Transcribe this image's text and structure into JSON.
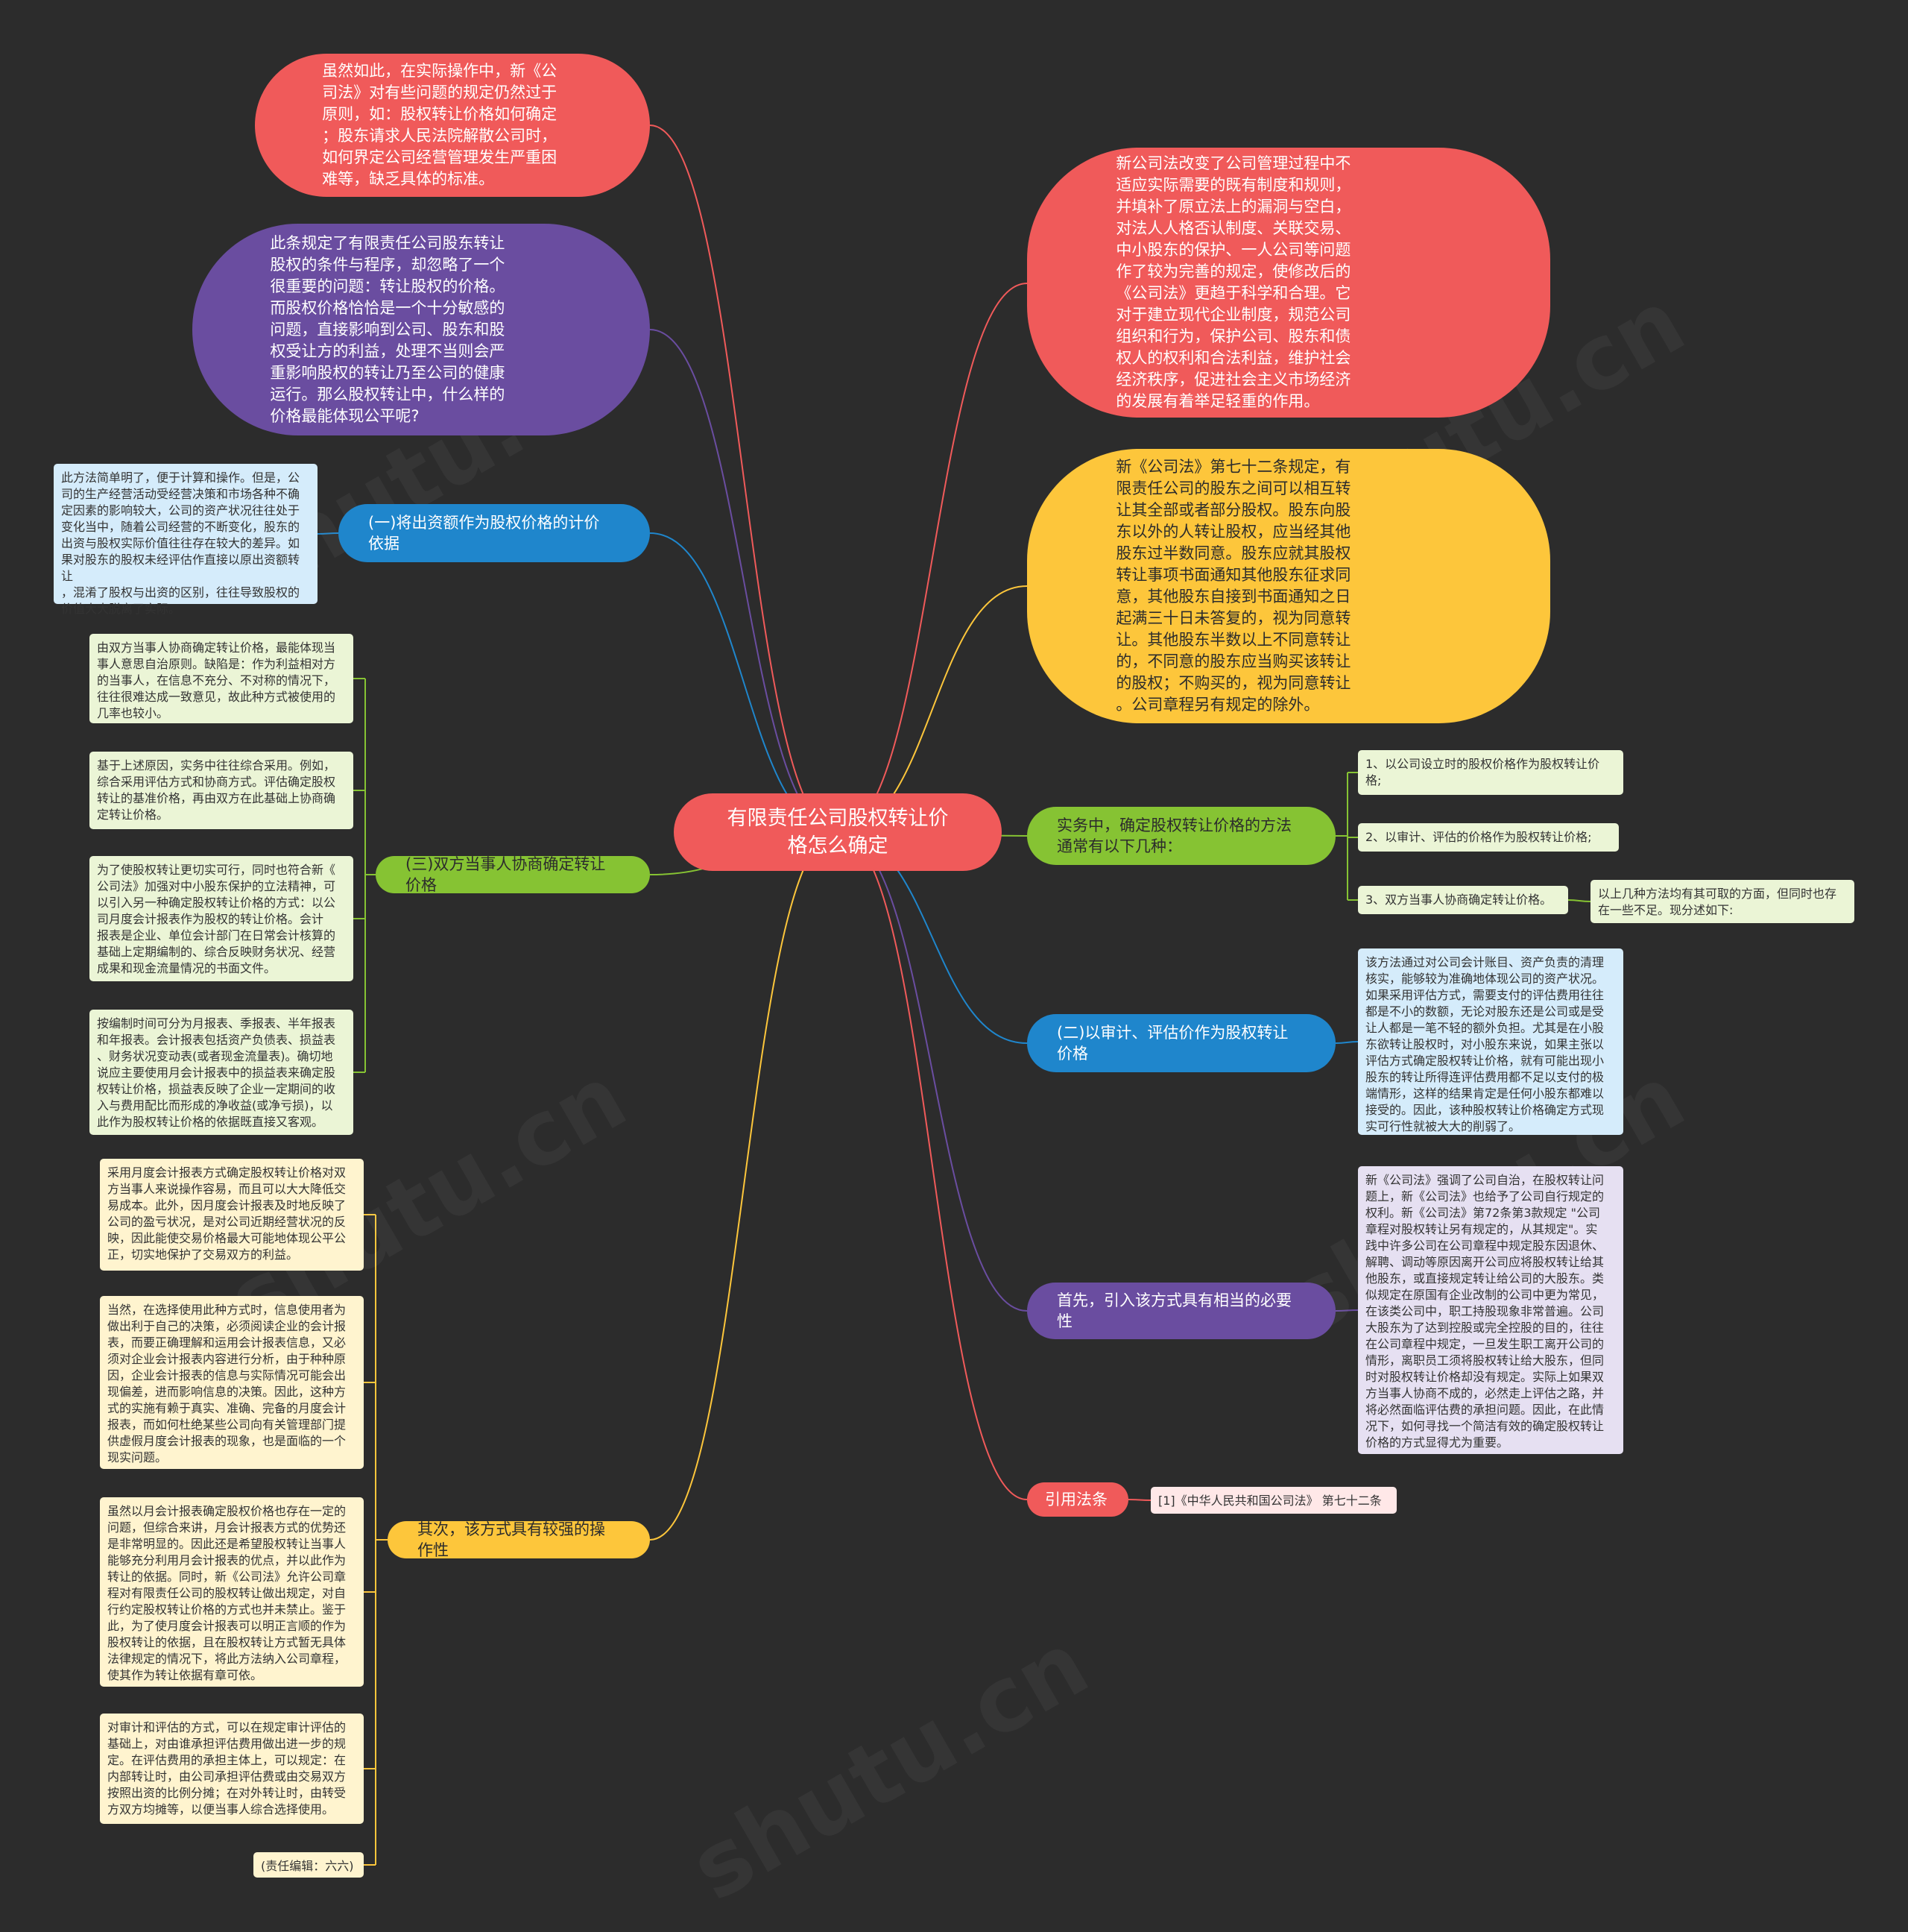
{
  "root": "有限责任公司股权转让价\n格怎么确定",
  "colors": {
    "background": "#2c2c2c",
    "red": "#f05a5a",
    "purple": "#6a4da0",
    "yellow": "#fdc63b",
    "blue": "#1f86cc",
    "green": "#86c333"
  },
  "left": {
    "top_red": "虽然如此，在实际操作中，新《公\n司法》对有些问题的规定仍然过于\n原则，如：股权转让价格如何确定\n；股东请求人民法院解散公司时，\n如何界定公司经营管理发生严重困\n难等，缺乏具体的标准。",
    "top_purple": "此条规定了有限责任公司股东转让\n股权的条件与程序，却忽略了一个\n很重要的问题：转让股权的价格。\n而股权价格恰恰是一个十分敏感的\n问题，直接影响到公司、股东和股\n权受让方的利益，处理不当则会严\n重影响股权的转让乃至公司的健康\n运行。那么股权转让中，什么样的\n价格最能体现公平呢?",
    "capital_branch": {
      "label": "(一)将出资额作为股权价格的计价\n依据",
      "note": "此方法简单明了，便于计算和操作。但是，公\n司的生产经营活动受经营决策和市场各种不确\n定因素的影响较大，公司的资产状况往往处于\n变化当中，随着公司经营的不断变化，股东的\n出资与股权实际价值往往存在较大的差异。如\n果对股东的股权未经评估作直接以原出资额转让\n，混淆了股权与出资的区别，往往导致股权的\n价值大大脱离了实际。"
    },
    "negotiation_branch": {
      "label": "(三)双方当事人协商确定转让价格",
      "notes": [
        "由双方当事人协商确定转让价格，最能体现当\n事人意思自治原则。缺陷是：作为利益相对方\n的当事人，在信息不充分、不对称的情况下，\n往往很难达成一致意见，故此种方式被使用的\n几率也较小。",
        "基于上述原因，实务中往往综合采用。例如，\n综合采用评估方式和协商方式。评估确定股权\n转让的基准价格，再由双方在此基础上协商确\n定转让价格。",
        "为了使股权转让更切实可行，同时也符合新《\n公司法》加强对中小股东保护的立法精神，可\n以引入另一种确定股权转让价格的方式：以公\n司月度会计报表作为股权的转让价格。会计\n报表是企业、单位会计部门在日常会计核算的\n基础上定期编制的、综合反映财务状况、经营\n成果和现金流量情况的书面文件。",
        "按编制时间可分为月报表、季报表、半年报表\n和年报表。会计报表包括资产负债表、损益表\n、财务状况变动表(或者现金流量表)。确切地\n说应主要使用月会计报表中的损益表来确定股\n权转让价格，损益表反映了企业一定期间的收\n入与费用配比而形成的净收益(或净亏损)，以\n此作为股权转让价格的依据既直接又客观。"
      ]
    },
    "operability_branch": {
      "label": "其次，该方式具有较强的操作性",
      "notes": [
        "采用月度会计报表方式确定股权转让价格对双\n方当事人来说操作容易，而且可以大大降低交\n易成本。此外，因月度会计报表及时地反映了\n公司的盈亏状况，是对公司近期经营状况的反\n映，因此能使交易价格最大可能地体现公平公\n正，切实地保护了交易双方的利益。",
        "当然，在选择使用此种方式时，信息使用者为\n做出利于自己的决策，必须阅读企业的会计报\n表，而要正确理解和运用会计报表信息，又必\n须对企业会计报表内容进行分析，由于种种原\n因，企业会计报表的信息与实际情况可能会出\n现偏差，进而影响信息的决策。因此，这种方\n式的实施有赖于真实、准确、完备的月度会计\n报表，而如何杜绝某些公司向有关管理部门提\n供虚假月度会计报表的现象，也是面临的一个\n现实问题。",
        "虽然以月会计报表确定股权价格也存在一定的\n问题，但综合来讲，月会计报表方式的优势还\n是非常明显的。因此还是希望股权转让当事人\n能够充分利用月会计报表的优点，并以此作为\n转让的依据。同时，新《公司法》允许公司章\n程对有限责任公司的股权转让做出规定，对自\n行约定股权转让价格的方式也并未禁止。鉴于\n此，为了使月度会计报表可以明正言顺的作为\n股权转让的依据，且在股权转让方式暂无具体\n法律规定的情况下，将此方法纳入公司章程，\n使其作为转让依据有章可依。",
        "对审计和评估的方式，可以在规定审计评估的\n基础上，对由谁承担评估费用做出进一步的规\n定。在评估费用的承担主体上，可以规定：在\n内部转让时，由公司承担评估费或由交易双方\n按照出资的比例分摊；在对外转让时，由转受\n方双方均摊等，以便当事人综合选择使用。",
        "(责任编辑：六六)"
      ]
    }
  },
  "right": {
    "top_red": "新公司法改变了公司管理过程中不\n适应实际需要的既有制度和规则，\n并填补了原立法上的漏洞与空白，\n对法人人格否认制度、关联交易、\n中小股东的保护、一人公司等问题\n作了较为完善的规定，使修改后的\n《公司法》更趋于科学和合理。它\n对于建立现代企业制度，规范公司\n组织和行为，保护公司、股东和债\n权人的权利和合法利益，维护社会\n经济秩序，促进社会主义市场经济\n的发展有着举足轻重的作用。",
    "top_yellow": "新《公司法》第七十二条规定，有\n限责任公司的股东之间可以相互转\n让其全部或者部分股权。股东向股\n东以外的人转让股权，应当经其他\n股东过半数同意。股东应就其股权\n转让事项书面通知其他股东征求同\n意，其他股东自接到书面通知之日\n起满三十日未答复的，视为同意转\n让。其他股东半数以上不同意转让\n的，不同意的股东应当购买该转让\n的股权；不购买的，视为同意转让\n。公司章程另有规定的除外。",
    "methods_branch": {
      "label": "实务中，确定股权转让价格的方法\n通常有以下几种：",
      "items": [
        "1、以公司设立时的股权价格作为股权转让价\n格;",
        "2、以审计、评估的价格作为股权转让价格;",
        "3、双方当事人协商确定转让价格。"
      ],
      "summary": "以上几种方法均有其可取的方面，但同时也存\n在一些不足。现分述如下:"
    },
    "audit_branch": {
      "label": "(二)以审计、评估价作为股权转让\n价格",
      "note": "该方法通过对公司会计账目、资产负责的清理\n核实，能够较为准确地体现公司的资产状况。\n如果采用评估方式，需要支付的评估费用往往\n都是不小的数额，无论对股东还是公司或是受\n让人都是一笔不轻的额外负担。尤其是在小股\n东欲转让股权时，对小股东来说，如果主张以\n评估方式确定股权转让价格，就有可能出现小\n股东的转让所得连评估费用都不足以支付的极\n端情形，这样的结果肯定是任何小股东都难以\n接受的。因此，该种股权转让价格确定方式现\n实可行性就被大大的削弱了。"
    },
    "necessity_branch": {
      "label": "首先，引入该方式具有相当的必要\n性",
      "note": "新《公司法》强调了公司自治，在股权转让问\n题上，新《公司法》也给予了公司自行规定的\n权利。新《公司法》第72条第3款规定 \"公司\n章程对股权转让另有规定的，从其规定\"。实\n践中许多公司在公司章程中规定股东因退休、\n解聘、调动等原因离开公司应将股权转让给其\n他股东，或直接规定转让给公司的大股东。类\n似规定在原国有企业改制的公司中更为常见，\n在该类公司中，职工持股现象非常普遍。公司\n大股东为了达到控股或完全控股的目的，往往\n在公司章程中规定，一旦发生职工离开公司的\n情形，离职员工须将股权转让给大股东，但同\n时对股权转让价格却没有规定。实际上如果双\n方当事人协商不成的，必然走上评估之路，并\n将必然面临评估费的承担问题。因此，在此情\n况下，如何寻找一个简洁有效的确定股权转让\n价格的方式显得尤为重要。"
    },
    "cite_branch": {
      "label": "引用法条",
      "note": "[1]《中华人民共和国公司法》 第七十二条"
    }
  },
  "watermark": "shutu.cn"
}
